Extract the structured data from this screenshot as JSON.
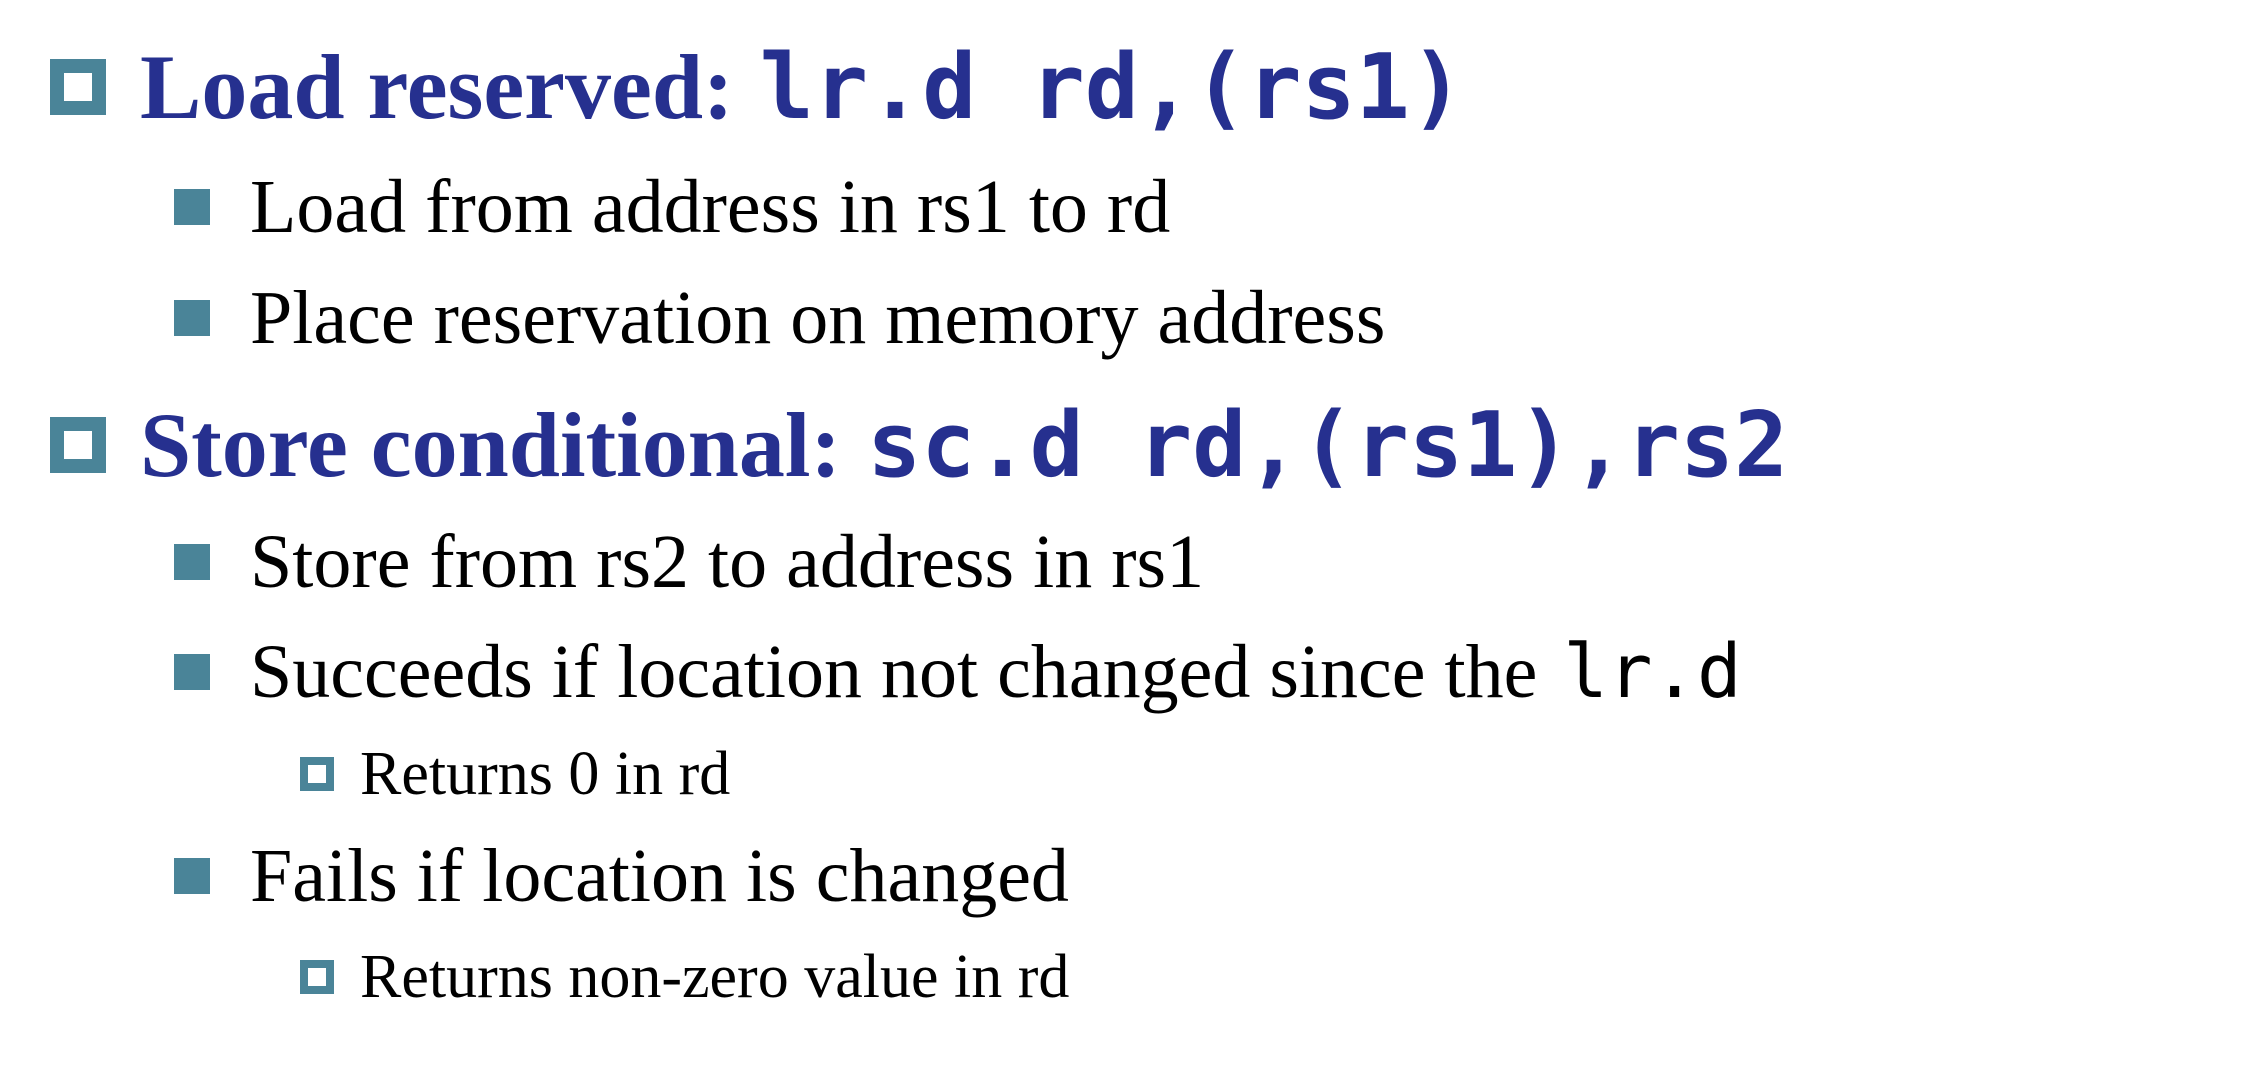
{
  "items": [
    {
      "level": 1,
      "label": "Load reserved:",
      "code": "lr.d rd,(rs1)",
      "children": [
        {
          "level": 2,
          "label": "Load from address in rs1 to rd"
        },
        {
          "level": 2,
          "label": "Place reservation on memory address"
        }
      ]
    },
    {
      "level": 1,
      "label": "Store conditional:",
      "code": "sc.d rd,(rs1),rs2",
      "children": [
        {
          "level": 2,
          "label": "Store from rs2 to address in rs1"
        },
        {
          "level": 2,
          "label": "Succeeds if location not changed since the",
          "code": "lr.d",
          "children": [
            {
              "level": 3,
              "label": "Returns 0 in rd"
            }
          ]
        },
        {
          "level": 2,
          "label": "Fails if location is changed",
          "children": [
            {
              "level": 3,
              "label": "Returns non-zero value in rd"
            }
          ]
        }
      ]
    }
  ],
  "colors": {
    "heading_text": "#26308f",
    "bullet": "#4a8498",
    "body_text": "#000000",
    "background": "#ffffff"
  }
}
